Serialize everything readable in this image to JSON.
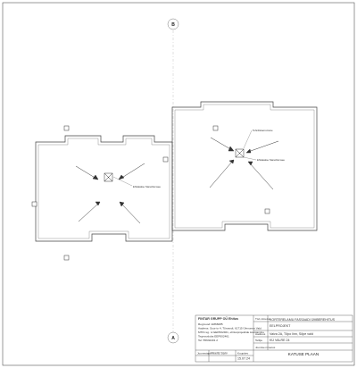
{
  "grid_axes": {
    "top": "B",
    "bottom": "A"
  },
  "notes": {
    "note_left": "Ehitatakse Stanoble laee",
    "note_right_top": "Tehnilistaoruniune",
    "note_right_bottom": "Ehitatakse Stanoble laee"
  },
  "title_block": {
    "company_name": "FINTAR GRUPP OÜ Ehitus",
    "company_line1": "Reg.kood 11866085",
    "company_line2": "Aadress: Suur tn 4, Tõrvandi, 61715 Ülenurme Vald",
    "company_line3": "MTR reg. nr EEP002461, ehitusprojektide koostamine",
    "company_line4": "Tegevusluba EEP002461",
    "company_line5": "Tel: 55632401 2",
    "stage_label": "Töö nimetus",
    "project_name": "KORTERELAMU FASSAADI ÜMBEREHITUS",
    "project_stage": "EELPROJEKT",
    "address_label": "Aadress",
    "address": "Vaiva 2A, Tõpo linn, Sõpe vald",
    "sheet_label": "Tellija",
    "sheet_code": "KÜ VALRE 24",
    "drawing_label": "Joonise nimetus",
    "drawing_name": "KATUSE PLAAN",
    "designer_label": "Joonestaja",
    "designer_name": "Meelis Sarv",
    "date_label": "Kuupäev",
    "date_value": "15.07.24",
    "sheet_number": "",
    "scale_label": "",
    "scale_value": ""
  }
}
